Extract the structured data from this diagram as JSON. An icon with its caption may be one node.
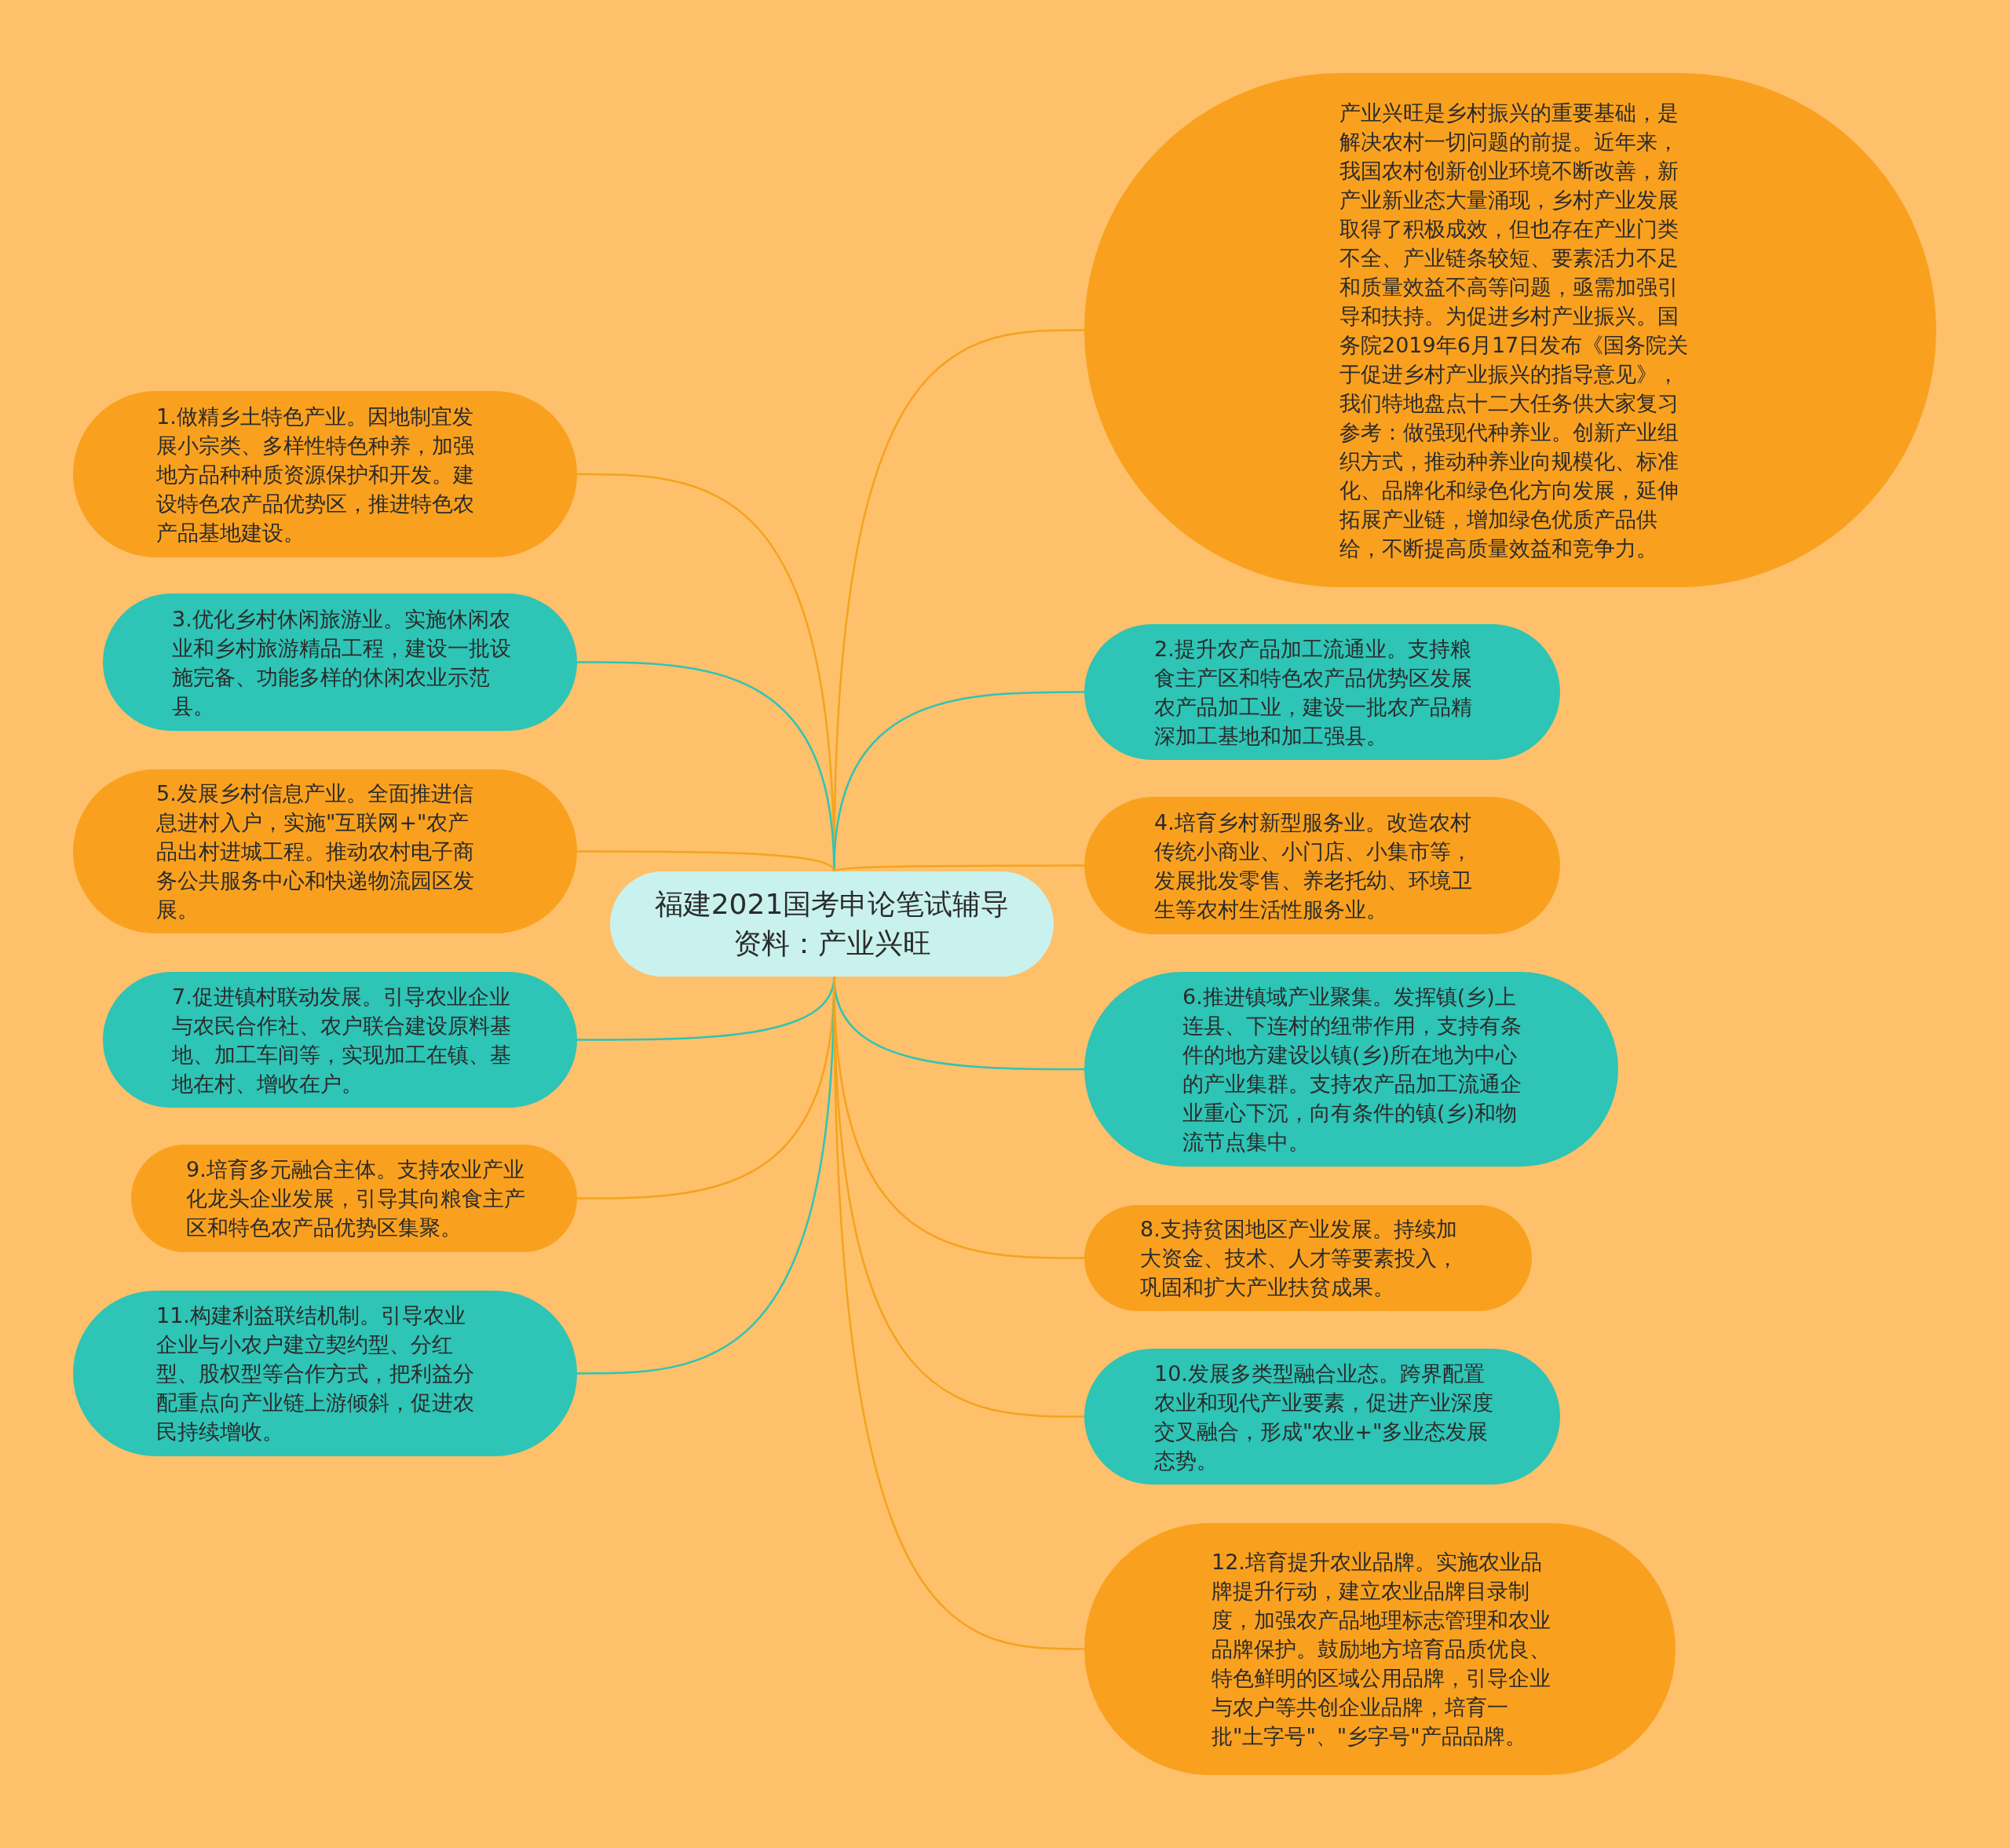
{
  "diagram": {
    "nodes": [
      {
        "text": [
          "福建2021国考申论笔试辅导资料：产业兴旺"
        ]
      },
      {
        "text": [
          "产业兴旺是乡村振兴的重要基础，是解决农村一切问题的前提。近年来，我国农村创新创业环境不断改善，新产业新业态大量涌现，乡村产业发展取得了积极成效，但也存在产业门类不全、产业链条较短、要素活力不足和质量效益不高等问题，亟需加强引导和扶持。为促进乡村产业振兴。国务院2019年6月17日发布《国务院关于促进乡村产业振兴的指导意见》，我们特地盘点十二大任务供大家复习参考：做强现代种养业。创新产业组织方式，推动种养业向规模化、标准化、品牌化和绿色化方向发展，延伸拓展产业链，增加绿色优质产品供给，不断提高质量效益和竞争力。"
        ]
      },
      {
        "text": [
          "1.做精乡土特色产业。因地制宜发展小宗类、多样性特色种养，加强地方品种种质资源保护和开发。建设特色农产品优势区，推进特色农产品基地建设。"
        ]
      },
      {
        "text": [
          "2.提升农产品加工流通业。支持粮食主产区和特色农产品优势区发展农产品加工业，建设一批农产品精深加工基地和加工强县。"
        ]
      },
      {
        "text": [
          "3.优化乡村休闲旅游业。实施休闲农业和乡村旅游精品工程，建设一批设施完备、功能多样的休闲农业示范县。"
        ]
      },
      {
        "text": [
          "4.培育乡村新型服务业。改造农村传统小商业、小门店、小集市等，发展批发零售、养老托幼、环境卫生等农村生活性服务业。"
        ]
      },
      {
        "text": [
          "5.发展乡村信息产业。全面推进信息进村入户，实施\"互联网+\"农产品出村进城工程。推动农村电子商务公共服务中心和快递物流园区发展。"
        ]
      },
      {
        "text": [
          "6.推进镇域产业聚集。发挥镇(乡)上连县、下连村的纽带作用，支持有条件的地方建设以镇(乡)所在地为中心的产业集群。支持农产品加工流通企业重心下沉，向有条件的镇(乡)和物流节点集中。"
        ]
      },
      {
        "text": [
          "7.促进镇村联动发展。引导农业企业与农民合作社、农户联合建设原料基地、加工车间等，实现加工在镇、基地在村、增收在户。"
        ]
      },
      {
        "text": [
          "8.支持贫困地区产业发展。持续加大资金、技术、人才等要素投入，巩固和扩大产业扶贫成果。"
        ]
      },
      {
        "text": [
          "9.培育多元融合主体。支持农业产业化龙头企业发展，引导其向粮食主产区和特色农产品优势区集聚。"
        ]
      },
      {
        "text": [
          "10.发展多类型融合业态。跨界配置农业和现代产业要素，促进产业深度交叉融合，形成\"农业+\"多业态发展态势。"
        ]
      },
      {
        "text": [
          "11.构建利益联结机制。引导农业企业与小农户建立契约型、分红型、股权型等合作方式，把利益分配重点向产业链上游倾斜，促进农民持续增收。"
        ]
      },
      {
        "text": [
          "12.培育提升农业品牌。实施农业品牌提升行动，建立农业品牌目录制度，加强农产品地理标志管理和农业品牌保护。鼓励地方培育品质优良、特色鲜明的区域公用品牌，引导企业与农户等共创企业品牌，培育一批\"土字号\"、\"乡字号\"产品品牌。"
        ]
      }
    ],
    "edges": [
      {
        "from": 0,
        "to": 1,
        "arrow": "none"
      },
      {
        "from": 0,
        "to": 2,
        "arrow": "none"
      },
      {
        "from": 0,
        "to": 3,
        "arrow": "none",
        "color": "#2ec4b6"
      },
      {
        "from": 0,
        "to": 4,
        "arrow": "none",
        "color": "#2ec4b6"
      },
      {
        "from": 0,
        "to": 5,
        "arrow": "none"
      },
      {
        "from": 0,
        "to": 6,
        "arrow": "none"
      },
      {
        "from": 0,
        "to": 7,
        "arrow": "none",
        "color": "#2ec4b6"
      },
      {
        "from": 0,
        "to": 8,
        "arrow": "none",
        "color": "#2ec4b6"
      },
      {
        "from": 0,
        "to": 9,
        "arrow": "none"
      },
      {
        "from": 0,
        "to": 10,
        "arrow": "none"
      },
      {
        "from": 0,
        "to": 11,
        "arrow": "none"
      },
      {
        "from": 0,
        "to": 12,
        "arrow": "none",
        "color": "#2ec4b6"
      },
      {
        "from": 0,
        "to": 13,
        "arrow": "none"
      }
    ]
  }
}
